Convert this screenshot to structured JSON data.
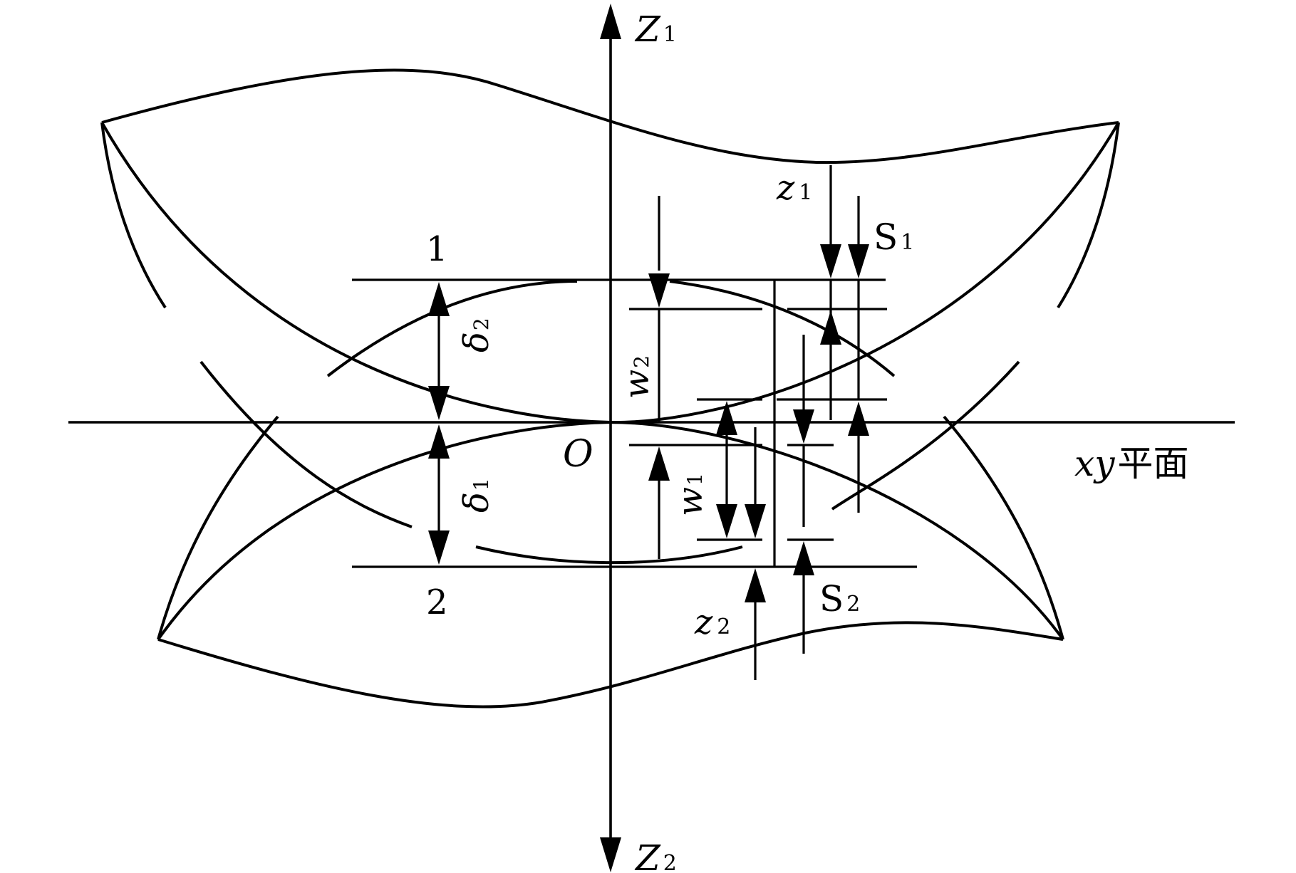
{
  "labels": {
    "z1_axis": "Z",
    "z1_axis_sub": "1",
    "z2_axis": "Z",
    "z2_axis_sub": "2",
    "origin": "O",
    "plane_var": "xy",
    "plane_text": "平面",
    "body1": "1",
    "body2": "2",
    "delta2": "δ",
    "delta2_sub": "2",
    "delta1": "δ",
    "delta1_sub": "1",
    "w2": "w",
    "w2_sub": "2",
    "w1": "w",
    "w1_sub": "1",
    "z1": "z",
    "z1_sub": "1",
    "z2": "z",
    "z2_sub": "2",
    "S1": "S",
    "S1_sub": "1",
    "S2": "S",
    "S2_sub": "2"
  },
  "colors": {
    "ink": "#000000",
    "background": "#ffffff"
  }
}
